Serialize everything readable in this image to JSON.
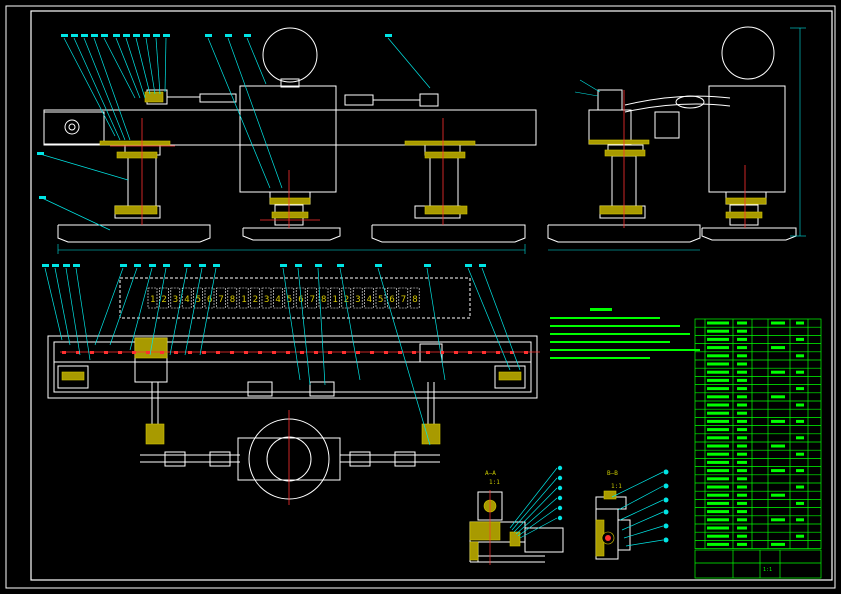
{
  "colors": {
    "background": "#000000",
    "outline": "#ffffff",
    "leader": "#00e5e5",
    "center": "#ff3030",
    "hatch": "#d4c600",
    "table": "#00ff00",
    "callout": "#c8c800",
    "hatch_fill": "#a89a00"
  },
  "drawing": {
    "section_a_label": "A—A",
    "section_a_scale": "1:1",
    "section_b_label": "B—B",
    "section_b_scale": "1:1",
    "slider_numbers": [
      "1",
      "2",
      "3",
      "4",
      "5",
      "6",
      "7",
      "8",
      "1",
      "2",
      "3",
      "4",
      "5",
      "6",
      "7",
      "8",
      "1",
      "2",
      "3",
      "4",
      "5",
      "6",
      "7",
      "8"
    ],
    "title_block_scale": "1:1"
  }
}
